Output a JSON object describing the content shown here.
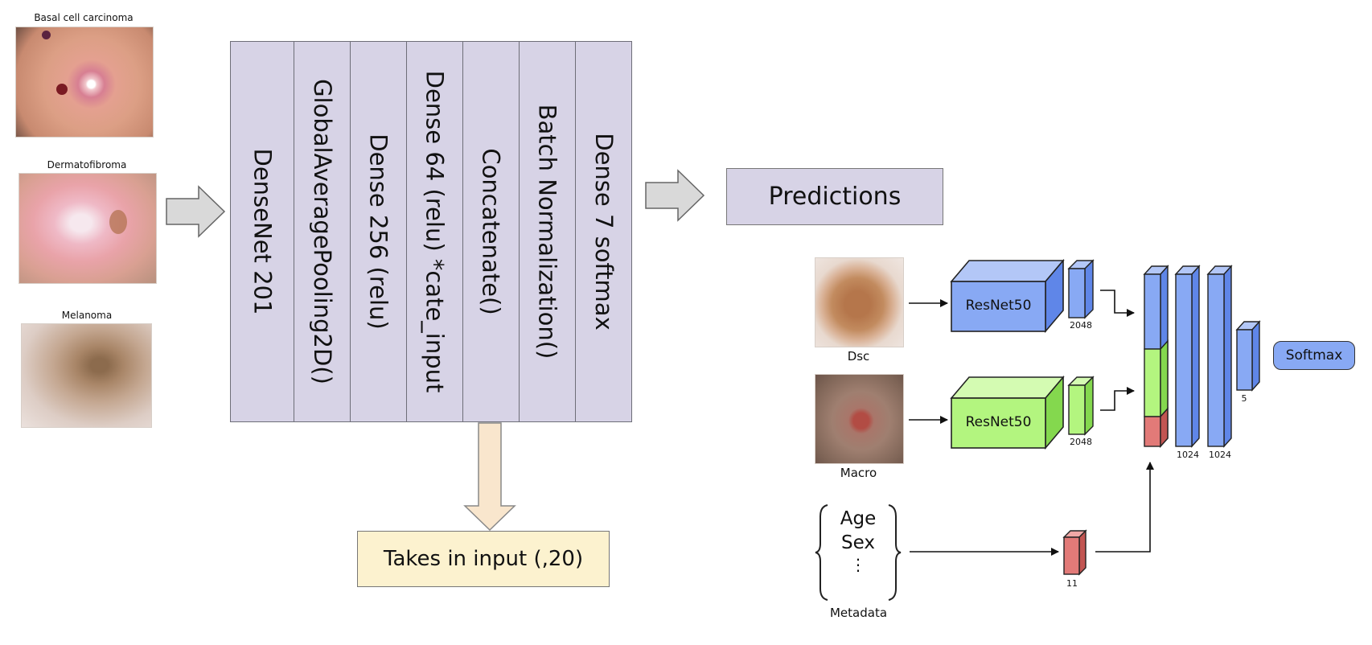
{
  "images": {
    "items": [
      {
        "caption": "Basal cell carcinoma"
      },
      {
        "caption": "Dermatofibroma"
      },
      {
        "caption": "Melanoma"
      }
    ]
  },
  "layers": [
    "DenseNet 201",
    "GlobalAveragePooling2D()",
    "Dense 256 (relu)",
    "Dense 64 (relu) *cate_input",
    "Concatenate()",
    "Batch Normalization()",
    "Dense 7 softmax"
  ],
  "predictions": {
    "label": "Predictions"
  },
  "input_box": {
    "label": "Takes in input (,20)"
  },
  "right_network": {
    "dsc_label": "Dsc",
    "macro_label": "Macro",
    "metadata": {
      "lines": [
        "Age",
        "Sex",
        "⋮"
      ],
      "caption": "Metadata"
    },
    "resnet_top": "ResNet50",
    "resnet_bottom": "ResNet50",
    "dim_top": "2048",
    "dim_bottom": "2048",
    "dim_meta": "11",
    "dim_fc1": "1024",
    "dim_fc2": "1024",
    "dim_out": "5",
    "softmax": "Softmax"
  },
  "colors": {
    "layer_fill": "#d7d3e6",
    "input_box_fill": "#fcf2cf",
    "down_arrow_fill": "#f9e6cd",
    "blue": "#88a9f4",
    "green": "#b3f57f",
    "red": "#e27a78"
  }
}
